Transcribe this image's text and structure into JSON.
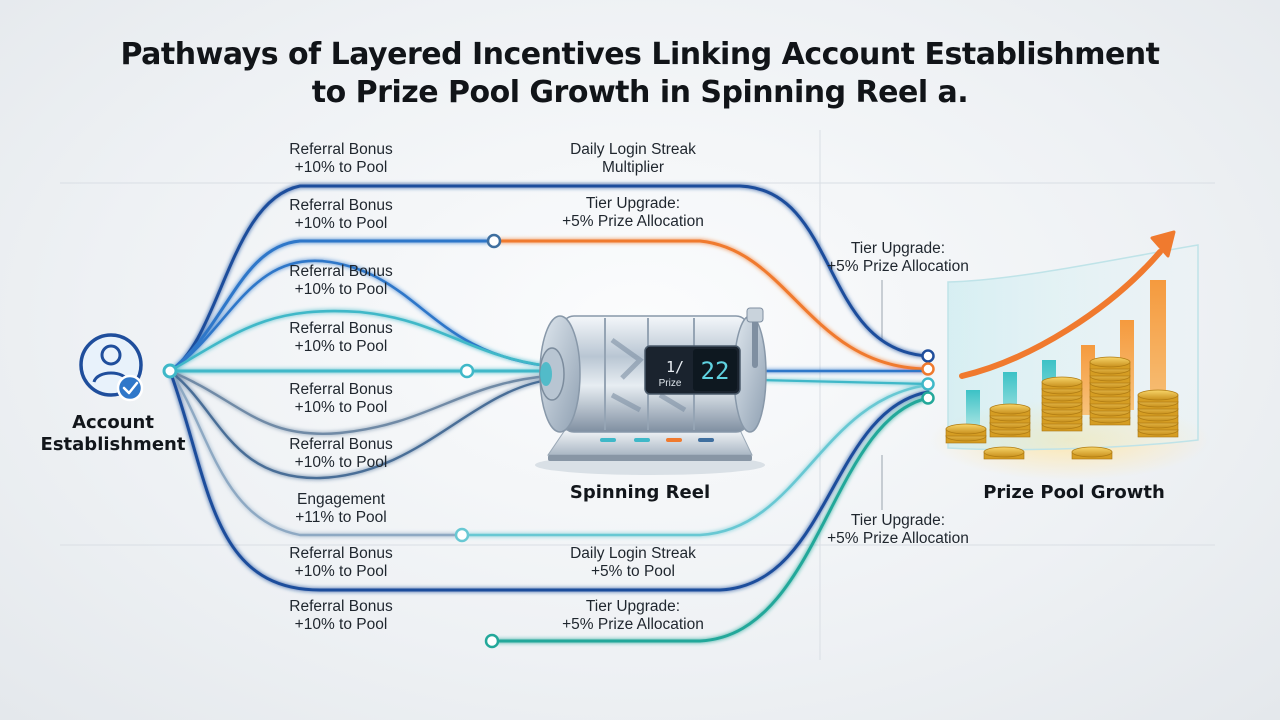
{
  "title": {
    "line1": "Pathways of Layered Incentives Linking Account Establishment",
    "line2": "to Prize Pool Growth in Spinning Reel a."
  },
  "nodes": {
    "account": {
      "line1": "Account",
      "line2": "Establishment",
      "icon": "user-check-icon"
    },
    "reel": {
      "label": "Spinning Reel",
      "display_left": "1/",
      "display_right": "22",
      "display_caption": "Prize"
    },
    "pool": {
      "label": "Prize Pool Growth",
      "icon": "coins-growth-chart-icon"
    }
  },
  "labels": [
    {
      "line1": "Referral Bonus",
      "line2": "+10% to Pool"
    },
    {
      "line1": "Daily Login Streak",
      "line2": "Multiplier"
    },
    {
      "line1": "Referral Bonus",
      "line2": "+10% to Pool"
    },
    {
      "line1": "Tier Upgrade:",
      "line2": "+5% Prize Allocation"
    },
    {
      "line1": "Tier Upgrade:",
      "line2": "+5% Prize Allocation"
    },
    {
      "line1": "Referral Bonus",
      "line2": "+10% to Pool"
    },
    {
      "line1": "Referral Bonus",
      "line2": "+10% to Pool"
    },
    {
      "line1": "Referral Bonus",
      "line2": "+10% to Pool"
    },
    {
      "line1": "Referral Bonus",
      "line2": "+10% to Pool"
    },
    {
      "line1": "Engagement",
      "line2": "+11% to Pool"
    },
    {
      "line1": "Tier Upgrade:",
      "line2": "+5% Prize Allocation"
    },
    {
      "line1": "Referral Bonus",
      "line2": "+10% to Pool"
    },
    {
      "line1": "Daily Login Streak",
      "line2": "+5% to Pool"
    },
    {
      "line1": "Referral Bonus",
      "line2": "+10% to Pool"
    },
    {
      "line1": "Tier Upgrade:",
      "line2": "+5% Prize Allocation"
    }
  ],
  "colors": {
    "navy": "#1f4e9c",
    "blue": "#2f77c9",
    "teal": "#3fb8c8",
    "green_teal": "#23a89a",
    "orange": "#f07a2e",
    "steel": "#6f8aa6"
  }
}
